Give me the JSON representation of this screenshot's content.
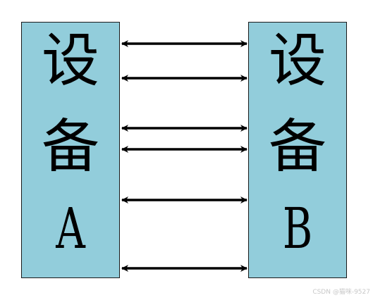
{
  "device_a": {
    "char1": "设",
    "char2": "备",
    "letter": "A"
  },
  "device_b": {
    "char1": "设",
    "char2": "备",
    "letter": "B"
  },
  "colors": {
    "box_fill": "#92cddb",
    "arrow": "#000000"
  },
  "arrow_count": 6,
  "watermark": "CSDN @猫咪-9527"
}
